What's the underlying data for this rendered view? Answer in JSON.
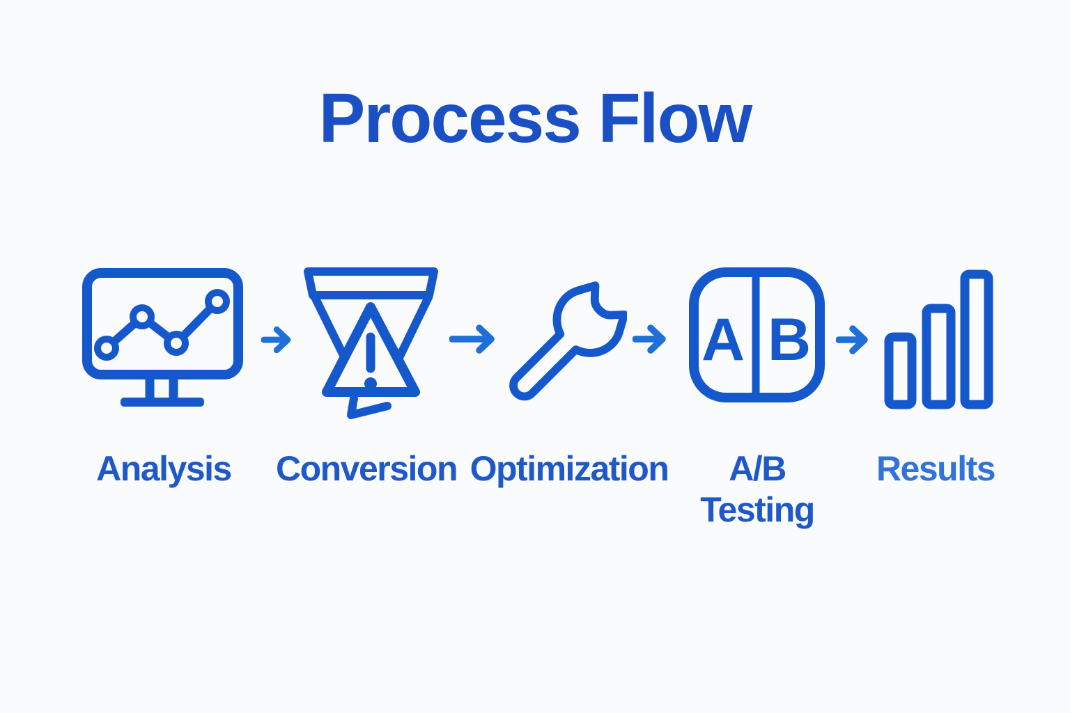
{
  "title": "Process Flow",
  "colors": {
    "background": "#fafbfc",
    "title": "#1b50c4",
    "icon": "#1558cc",
    "arrow": "#1f6fd8",
    "label": "#1e58c9",
    "label_light": "#3173da"
  },
  "steps": [
    {
      "label": "Analysis",
      "icon": "monitor-line-chart-icon"
    },
    {
      "label": "Conversion",
      "icon": "funnel-warning-icon"
    },
    {
      "label": "Optimization",
      "icon": "wrench-icon"
    },
    {
      "label": "A/B Testing",
      "icon": "ab-test-icon"
    },
    {
      "label": "Results",
      "icon": "bar-chart-icon"
    }
  ],
  "arrow": {
    "icon": "arrow-right-icon"
  },
  "ab_icon": {
    "left_letter": "A",
    "right_letter": "B"
  }
}
